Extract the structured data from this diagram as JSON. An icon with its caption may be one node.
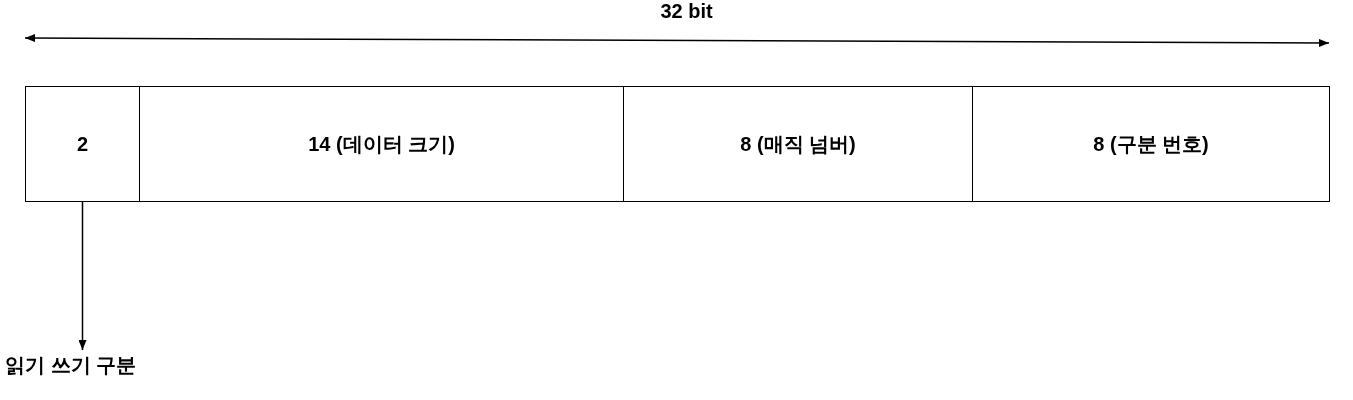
{
  "diagram": {
    "nodes": [
      {
        "text": [
          "2"
        ]
      },
      {
        "text": [
          "14 (데이터 크기)"
        ]
      },
      {
        "text": [
          "8 (매직 넘버)"
        ]
      },
      {
        "text": [
          "8 (구분 번호)"
        ]
      },
      {
        "text": [
          "읽기 쓰기 구분"
        ]
      }
    ],
    "edges": [
      {
        "from": 0,
        "to": 4,
        "arrow": "to"
      }
    ],
    "labels": [
      "32 bit"
    ]
  }
}
